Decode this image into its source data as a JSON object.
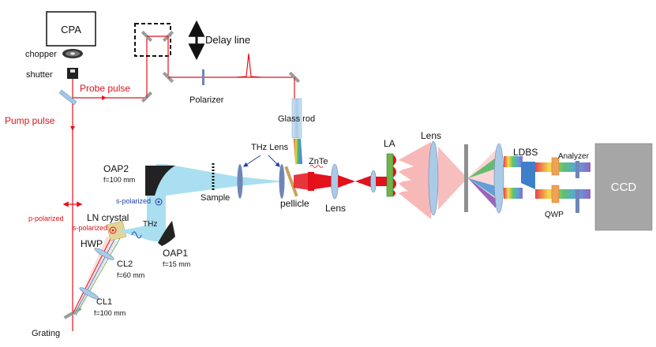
{
  "title": "",
  "labels": {
    "cpa": "CPA",
    "chopper": "chopper",
    "shutter": "shutter",
    "delay_line": "Delay line",
    "probe_pulse": "Probe pulse",
    "pump_pulse": "Pump pulse",
    "polarizer": "Polarizer",
    "glass_rod": "Glass rod",
    "thz_lens": "THz Lens",
    "znte": "ZnTe",
    "la": "LA",
    "lens_top": "Lens",
    "lens_mid": "Lens",
    "ldbs": "LDBS",
    "analyzer": "Analyzer",
    "ccd": "CCD",
    "qwp": "QWP",
    "oap2": "OAP2",
    "oap2_f": "f=100 mm",
    "sample": "Sample",
    "pellicle": "pellicle",
    "s_polarized_beam": "s-polarized",
    "p_polarized": "p-polarized",
    "ln_crystal": "LN crystal",
    "s_polarized_crystal": "s-polarized",
    "thz": "THz",
    "hwp": "HWP",
    "oap1": "OAP1",
    "oap1_f": "f=15 mm",
    "cl2": "CL2",
    "cl2_f": "f=60 mm",
    "cl1": "CL1",
    "cl1_f": "f=100 mm",
    "grating": "Grating"
  },
  "colors": {
    "laser": "#e3121b",
    "thz_beam": "#a9dff0",
    "optic": "#6f86b8",
    "mirror": "#9b9b9b",
    "ccd": "#a6a6a6",
    "ldbs": "#3f7fc9",
    "qwp": "#f0a154",
    "la": "#6fb34a"
  }
}
